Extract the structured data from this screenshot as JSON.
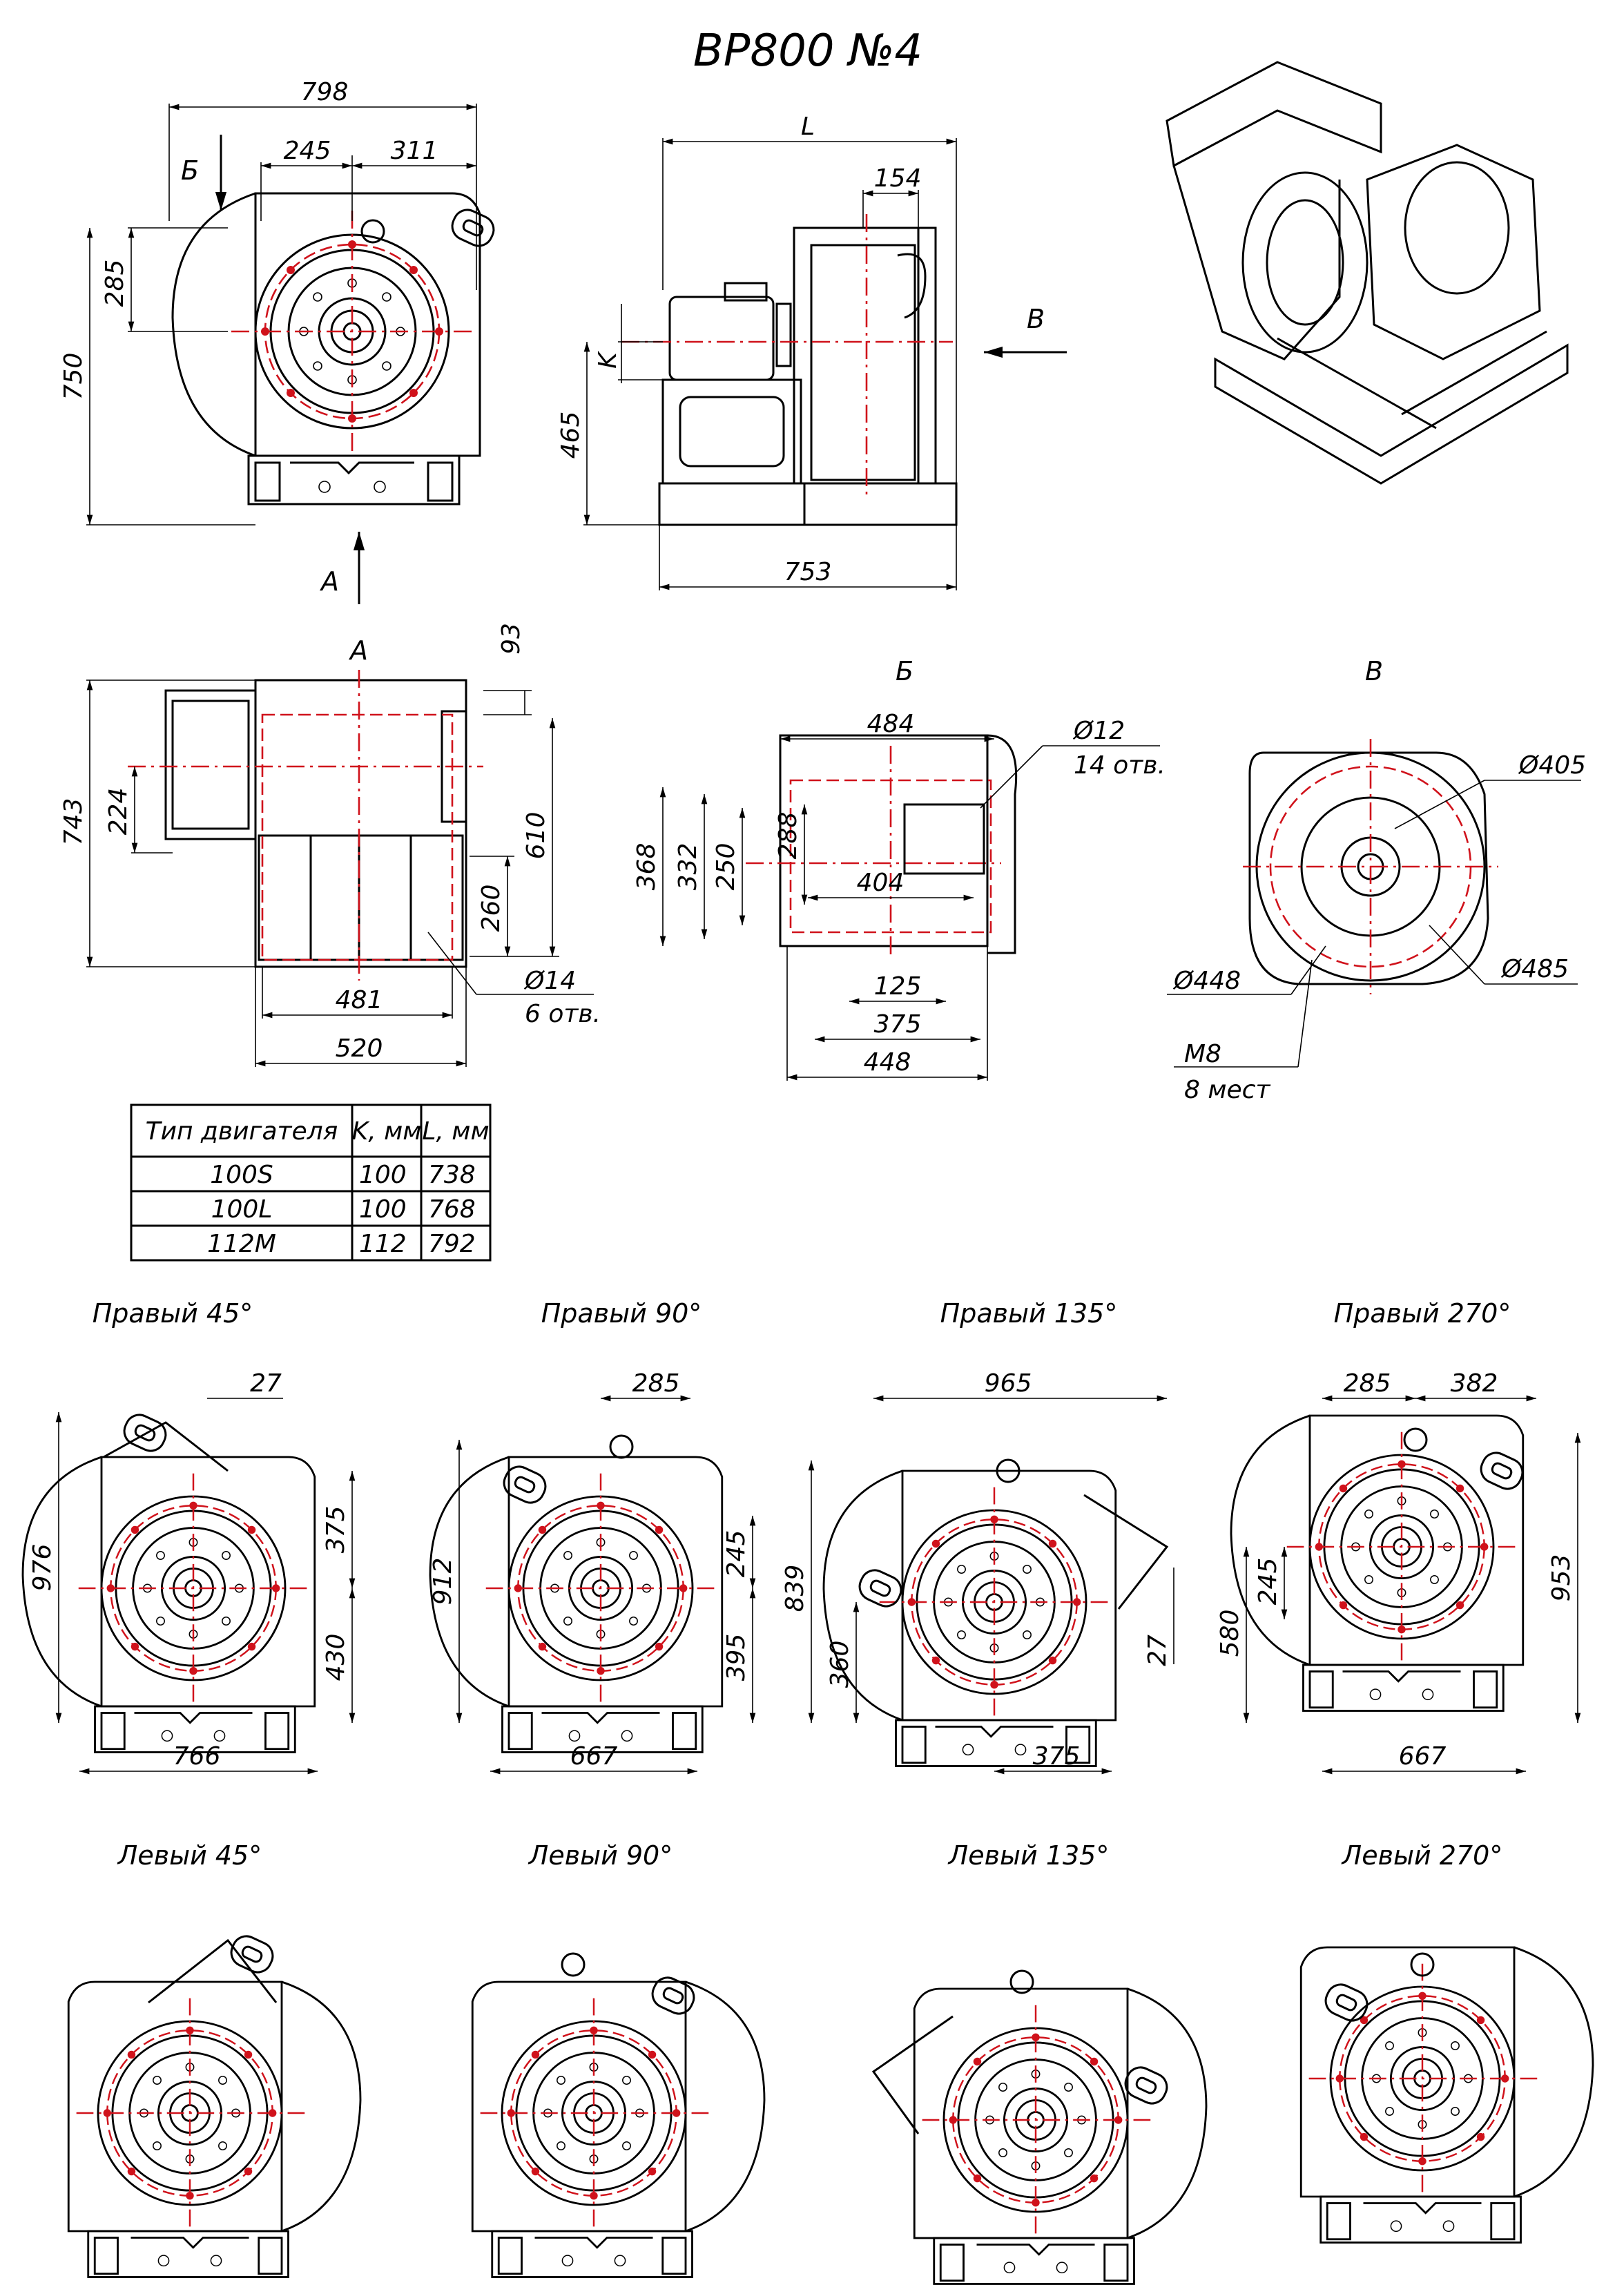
{
  "title": "ВР800 №4",
  "views": {
    "front": {
      "dims": [
        "798",
        "245",
        "311",
        "285",
        "750"
      ],
      "arrows": [
        "Б",
        "А"
      ]
    },
    "side": {
      "dims": [
        "L",
        "154",
        "K",
        "465",
        "753"
      ],
      "arrows": [
        "В"
      ]
    },
    "view_a": {
      "label": "А",
      "dims": [
        "93",
        "743",
        "224",
        "610",
        "260",
        "481",
        "520"
      ],
      "hole": "Ø14",
      "hole_count": "6 отв."
    },
    "view_b": {
      "label": "Б",
      "dims": [
        "484",
        "368",
        "332",
        "250",
        "288",
        "404",
        "125",
        "375",
        "448"
      ],
      "hole": "Ø12",
      "hole_count": "14 отв."
    },
    "view_v": {
      "label": "В",
      "dims": [
        "Ø405",
        "Ø448",
        "Ø485"
      ],
      "thread": "M8",
      "thread_count": "8 мест"
    }
  },
  "motor_table": {
    "headers": [
      "Тип двигателя",
      "K, мм",
      "L, мм"
    ],
    "rows": [
      [
        "100S",
        "100",
        "738"
      ],
      [
        "100L",
        "100",
        "768"
      ],
      [
        "112M",
        "112",
        "792"
      ]
    ]
  },
  "positions_right": [
    {
      "label": "Правый 45°",
      "dims": [
        "27",
        "976",
        "375",
        "430",
        "766"
      ]
    },
    {
      "label": "Правый 90°",
      "dims": [
        "285",
        "912",
        "245",
        "395",
        "667"
      ]
    },
    {
      "label": "Правый 135°",
      "dims": [
        "965",
        "839",
        "360",
        "27",
        "375"
      ]
    },
    {
      "label": "Правый 270°",
      "dims": [
        "285",
        "382",
        "245",
        "580",
        "953",
        "667"
      ]
    }
  ],
  "positions_left": [
    {
      "label": "Левый 45°"
    },
    {
      "label": "Левый 90°"
    },
    {
      "label": "Левый 135°"
    },
    {
      "label": "Левый 270°"
    }
  ]
}
